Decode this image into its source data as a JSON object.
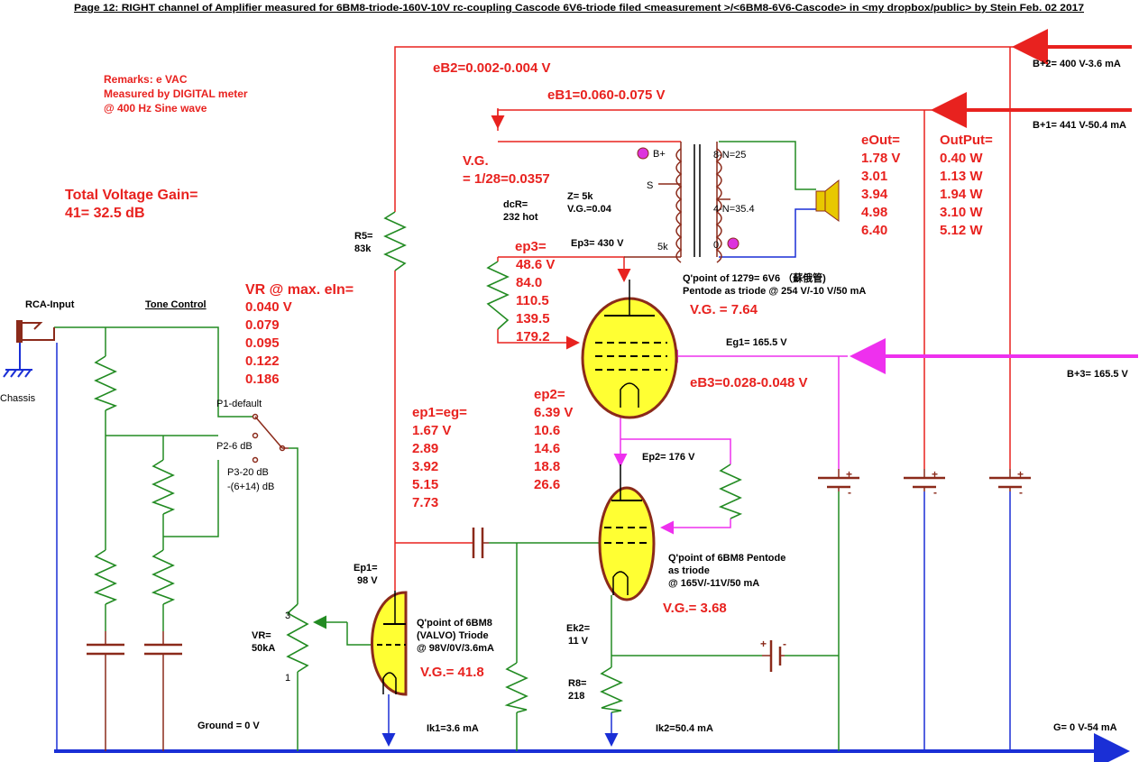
{
  "header": "Page 12: RIGHT channel of Amplifier measured for 6BM8-triode-160V-10V rc-coupling Cascode 6V6-triode  filed <measurement >/<6BM8-6V6-Cascode> in <my dropbox/public>         by Stein  Feb. 02  2017",
  "remarks": [
    "Remarks: e VAC",
    "Measured by DIGITAL meter",
    "@ 400 Hz Sine wave"
  ],
  "total_gain": [
    "Total Voltage Gain=",
    "41= 32.5 dB"
  ],
  "eb2": "eB2=0.002-0.004 V",
  "eb1": "eB1=0.060-0.075 V",
  "eb3": "eB3=0.028-0.048 V",
  "vg_transformer": [
    "V.G.",
    "= 1/28=0.0357"
  ],
  "dcr": [
    "dcR=",
    "232 hot"
  ],
  "transformer": {
    "z": "Z= 5k",
    "vg": "V.G.=0.04",
    "b_plus": "B+",
    "s": "S",
    "k5": "5k",
    "n8": "8-N=25",
    "n4": "4-N=35.4",
    "zero": "0"
  },
  "ep3_label": "Ep3= 430 V",
  "ep3": [
    "ep3=",
    "48.6 V",
    "84.0",
    "110.5",
    "139.5",
    "179.2"
  ],
  "eout": [
    "eOut=",
    "1.78 V",
    "3.01",
    "3.94",
    "4.98",
    "6.40"
  ],
  "output": [
    "OutPut=",
    "0.40 W",
    "1.13 W",
    "1.94 W",
    "3.10 W",
    "5.12 W"
  ],
  "supplies": {
    "b2": "B+2= 400 V-3.6 mA",
    "b1": "B+1= 441 V-50.4 mA",
    "b3": "B+3= 165.5 V",
    "g": "G= 0 V-54 mA"
  },
  "v6v6_qpoint": [
    "Q'point of 1279= 6V6 （蘇俄管)",
    "Pentode as triode @ 254 V/-10 V/50 mA"
  ],
  "v6v6_vg": "V.G. = 7.64",
  "eg1": "Eg1= 165.5 V",
  "r5": [
    "R5=",
    "83k"
  ],
  "rca": "RCA-Input",
  "chassis": "Chassis",
  "tone": "Tone Control",
  "vr_max": [
    "VR @ max. eIn=",
    "0.040 V",
    "0.079",
    "0.095",
    "0.122",
    "0.186"
  ],
  "switch": [
    "P1-default",
    "P2-6 dB",
    "P3-20 dB",
    "-(6+14) dB"
  ],
  "ep1_eg": [
    "ep1=eg=",
    "1.67 V",
    "2.89",
    "3.92",
    "5.15",
    "7.73"
  ],
  "ep2": [
    "ep2=",
    "6.39 V",
    "10.6",
    "14.6",
    "18.8",
    "26.6"
  ],
  "ep2_label": "Ep2= 176 V",
  "v6bm8p_qpoint": [
    "Q'point of 6BM8 Pentode",
    "as triode",
    "@ 165V/-11V/50 mA"
  ],
  "v6bm8p_vg": "V.G.= 3.68",
  "ep1_label": [
    "Ep1=",
    "98 V"
  ],
  "vr": [
    "VR=",
    "50kA"
  ],
  "pot_pins": [
    "3",
    "1"
  ],
  "v6bm8t_qpoint": [
    "Q'point of 6BM8",
    "(VALVO) Triode",
    "@ 98V/0V/3.6mA"
  ],
  "v6bm8t_vg": "V.G.= 41.8",
  "ek2": [
    "Ek2=",
    "11 V"
  ],
  "r8": [
    "R8=",
    "218"
  ],
  "ground": "Ground = 0 V",
  "ik1": "Ik1=3.6 mA",
  "ik2": "Ik2=50.4 mA",
  "colors": {
    "red": "#e8221f",
    "green": "#228b22",
    "blue": "#1a2fd6",
    "magenta": "#ee30ee",
    "brown": "#8b2a1a",
    "yellow": "#ffff33"
  }
}
